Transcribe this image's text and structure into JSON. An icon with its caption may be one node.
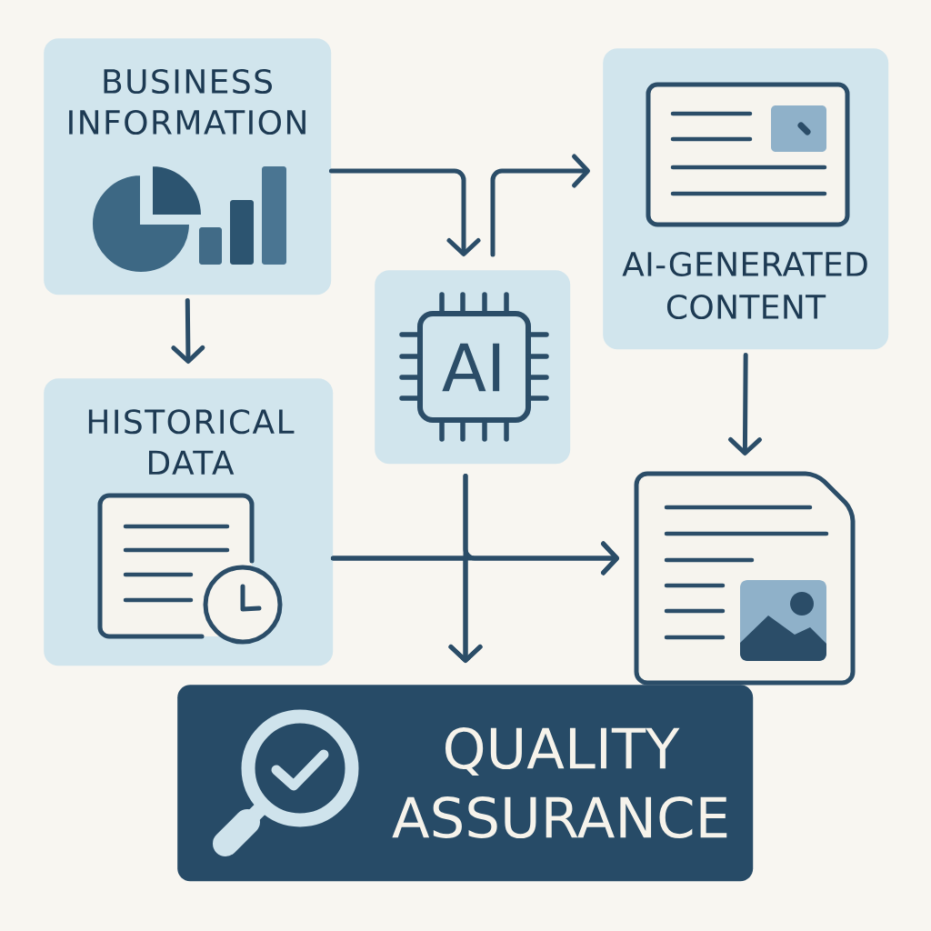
{
  "diagram": {
    "nodes": [
      {
        "text": [
          "BUSINESS INFORMATION"
        ]
      },
      {
        "text": [
          "AI-GENERATED CONTENT"
        ]
      },
      {
        "text": [
          "AI"
        ]
      },
      {
        "text": [
          "HISTORICAL DATA"
        ]
      },
      {
        "text": [],
        "shape": "picture"
      },
      {
        "text": [
          "QUALITY ASSURANCE"
        ]
      }
    ],
    "edges": [
      {
        "from": 0,
        "to": 2,
        "arrow": "to"
      },
      {
        "from": 2,
        "to": 1,
        "arrow": "to"
      },
      {
        "from": 0,
        "to": 3,
        "arrow": "to"
      },
      {
        "from": 1,
        "to": 4,
        "arrow": "to"
      },
      {
        "from": 3,
        "to": 4,
        "arrow": "to"
      },
      {
        "from": 3,
        "to": 5,
        "arrow": "to"
      },
      {
        "from": 2,
        "to": 4,
        "arrow": "to"
      },
      {
        "from": 2,
        "to": 5,
        "arrow": "to"
      }
    ]
  }
}
